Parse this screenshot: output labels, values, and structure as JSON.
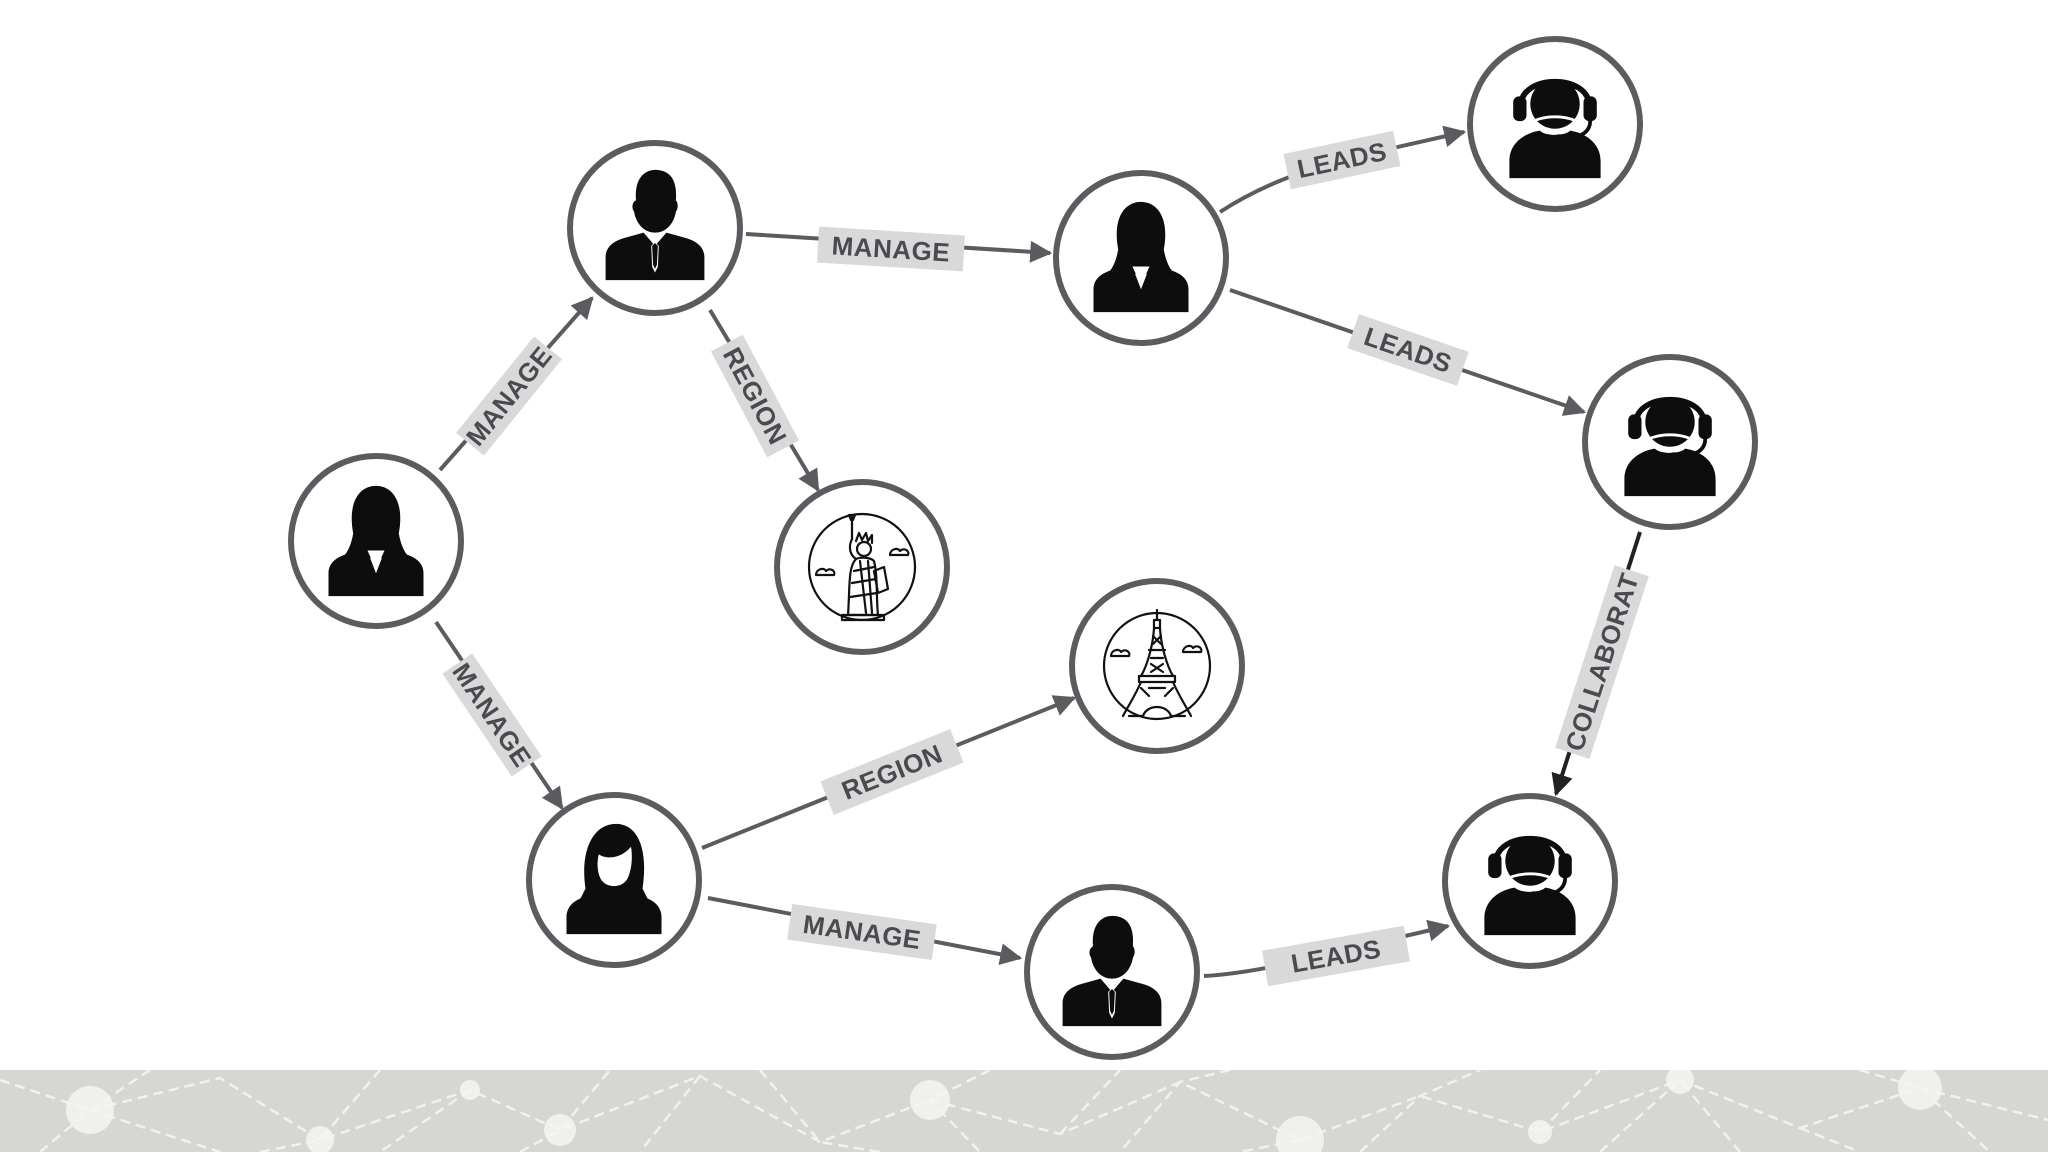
{
  "diagram": {
    "nodes": [
      {
        "id": "exec-woman",
        "icon": "businesswoman-icon"
      },
      {
        "id": "manager-man",
        "icon": "businessman-icon"
      },
      {
        "id": "manager-woman-top",
        "icon": "businesswoman-icon"
      },
      {
        "id": "manager-woman-bottom",
        "icon": "woman-icon"
      },
      {
        "id": "manager-man-bottom",
        "icon": "businessman-icon"
      },
      {
        "id": "new-york",
        "icon": "statue-of-liberty-icon"
      },
      {
        "id": "paris",
        "icon": "eiffel-tower-icon"
      },
      {
        "id": "agent-1",
        "icon": "headset-agent-icon"
      },
      {
        "id": "agent-2",
        "icon": "headset-agent-icon"
      },
      {
        "id": "agent-3",
        "icon": "headset-agent-icon"
      }
    ],
    "edges": [
      {
        "from": "exec-woman",
        "to": "manager-man",
        "label": "MANAGE"
      },
      {
        "from": "exec-woman",
        "to": "manager-woman-bottom",
        "label": "MANAGE"
      },
      {
        "from": "manager-man",
        "to": "manager-woman-top",
        "label": "MANAGE"
      },
      {
        "from": "manager-man",
        "to": "new-york",
        "label": "REGION"
      },
      {
        "from": "manager-woman-bottom",
        "to": "paris",
        "label": "REGION"
      },
      {
        "from": "manager-woman-bottom",
        "to": "manager-man-bottom",
        "label": "MANAGE"
      },
      {
        "from": "manager-woman-top",
        "to": "agent-1",
        "label": "LEADS"
      },
      {
        "from": "manager-woman-top",
        "to": "agent-2",
        "label": "LEADS"
      },
      {
        "from": "agent-2",
        "to": "agent-3",
        "label": "COLLABORAT"
      },
      {
        "from": "manager-man-bottom",
        "to": "agent-3",
        "label": "LEADS"
      }
    ]
  },
  "colors": {
    "edge": "#5b5c60",
    "label_bg": "#d9d9d9",
    "label_text": "#4a4b50",
    "footer_bg": "#d6d6d4",
    "footer_pattern": "#f4f4f2"
  }
}
